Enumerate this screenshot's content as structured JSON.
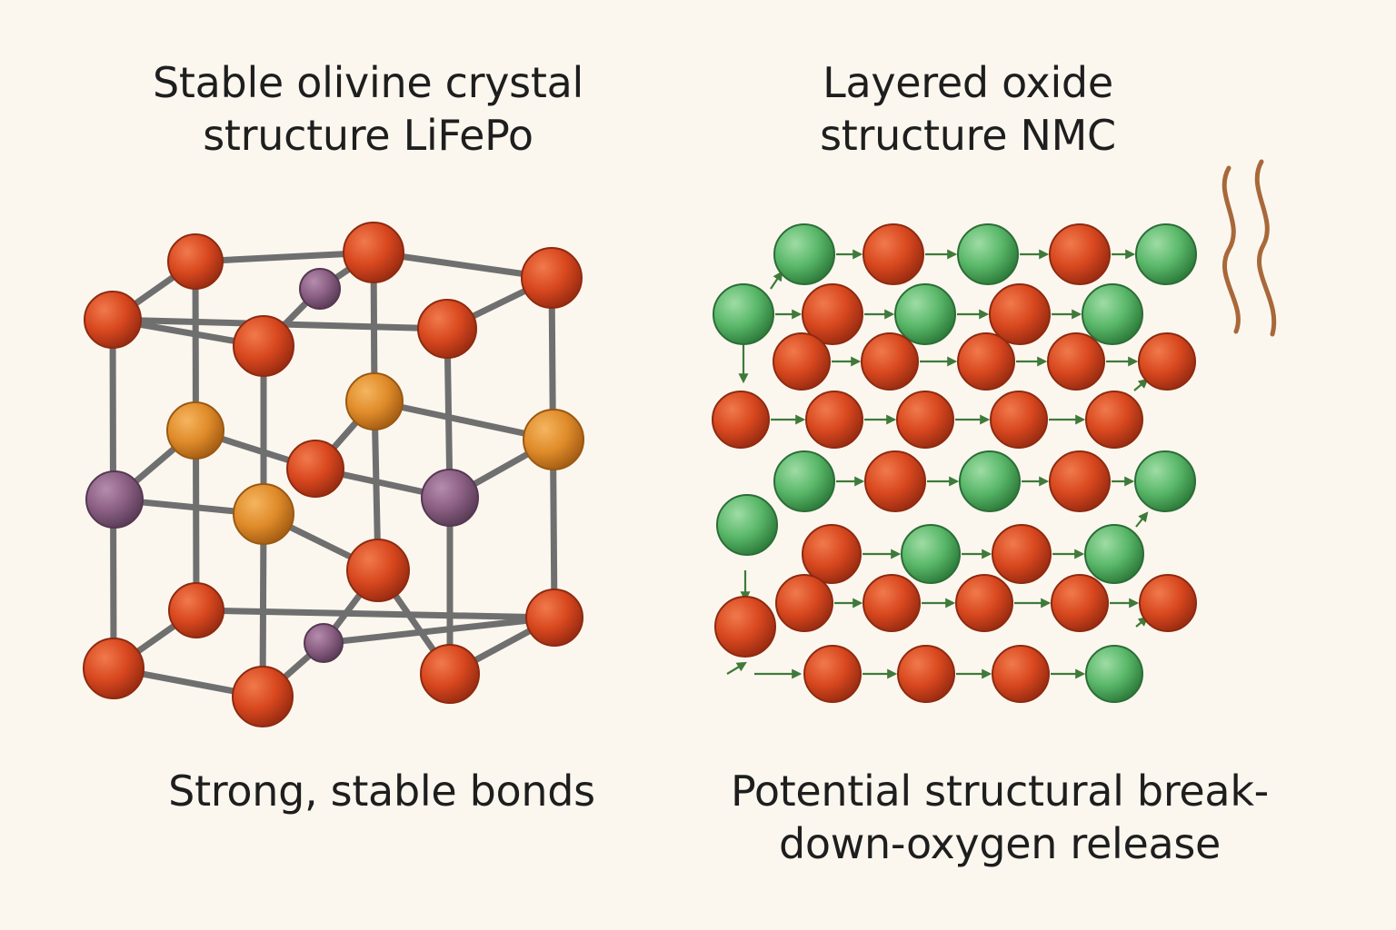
{
  "left_panel": {
    "title_lines": [
      "Stable olivine crystal",
      "structure LiFePo"
    ],
    "caption": "Strong, stable bonds"
  },
  "right_panel": {
    "title_lines": [
      "Layered oxide",
      "structure NMC"
    ],
    "caption_lines": [
      "Potential structural break-",
      "down-oxygen release"
    ],
    "heat_icon": "wavy-heat-lines"
  },
  "colors": {
    "background": "#fbf7ef",
    "oxygen_red": "#d9481f",
    "iron_orange": "#e08c2a",
    "phosphorus_purple": "#8a5f83",
    "transition_metal_green": "#5ab86a",
    "bond_gray": "#6f6f6f",
    "arrow_green": "#3f7a3a",
    "heat_brown": "#a8683a"
  }
}
